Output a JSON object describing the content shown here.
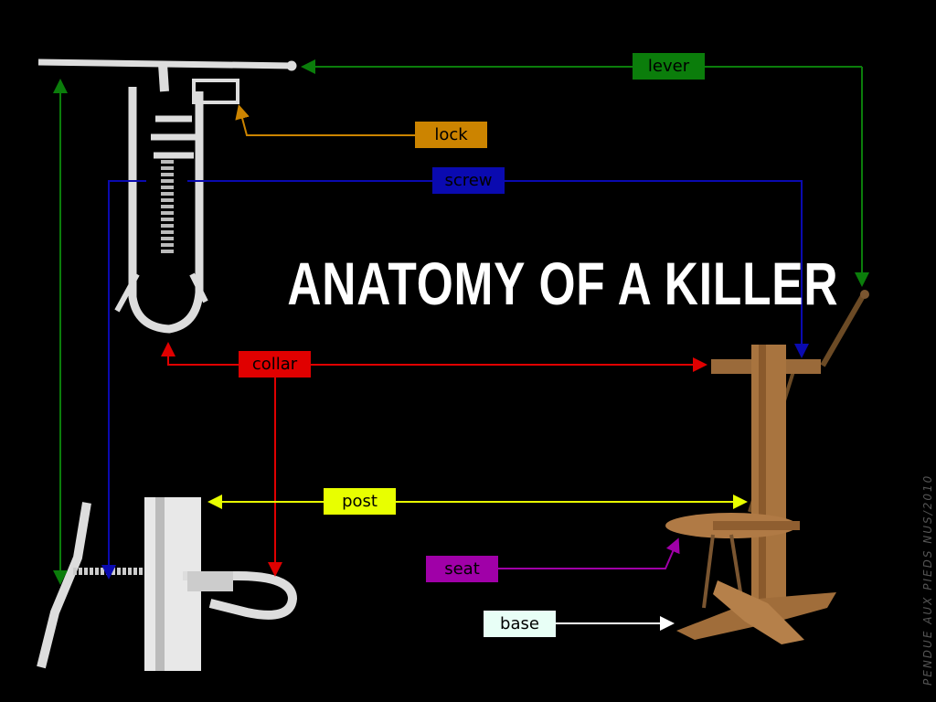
{
  "title": "ANATOMY OF A KILLER",
  "credit": "PENDUE AUX PIEDS NUS/2010",
  "labels": {
    "lever": {
      "text": "lever",
      "color": "#0b7d0b"
    },
    "lock": {
      "text": "lock",
      "color": "#cc8400"
    },
    "screw": {
      "text": "screw",
      "color": "#0a0ab0"
    },
    "collar": {
      "text": "collar",
      "color": "#e00000"
    },
    "post": {
      "text": "post",
      "color": "#e8ff00"
    },
    "seat": {
      "text": "seat",
      "color": "#a000a8"
    },
    "base": {
      "text": "base",
      "color": "#e8fff6"
    }
  }
}
